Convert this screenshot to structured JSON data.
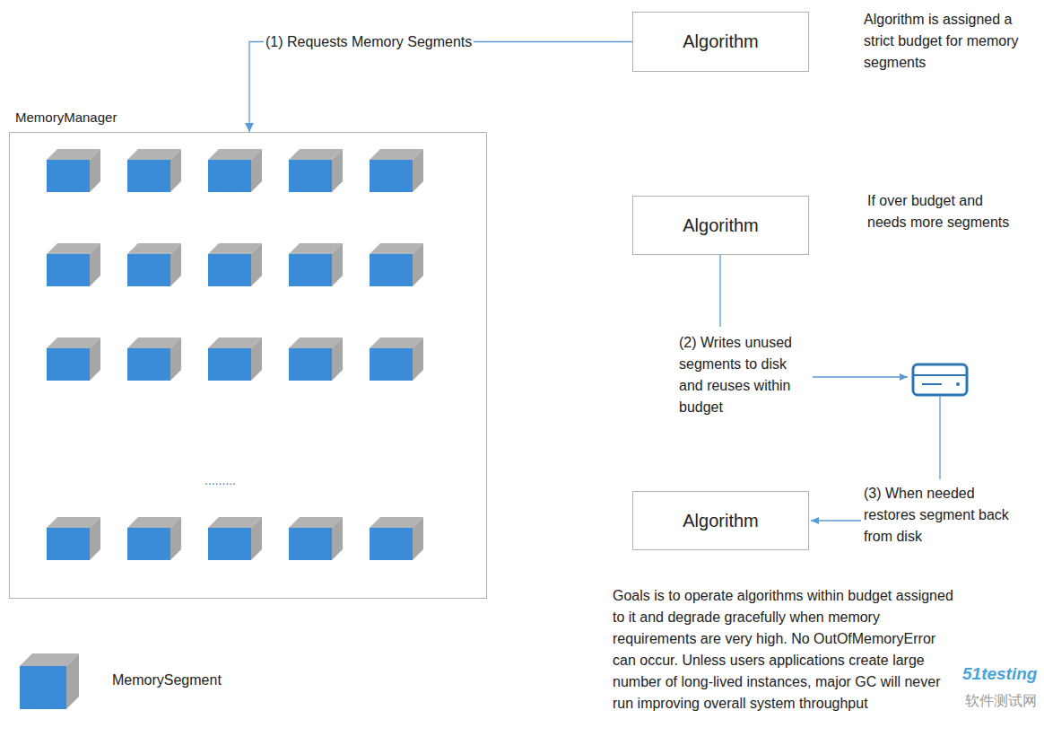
{
  "diagram": {
    "nodes": [
      {
        "text": [
          "MemoryManager"
        ]
      },
      {
        "text": [
          "Algorithm"
        ]
      },
      {
        "text": [
          "Algorithm"
        ]
      },
      {
        "text": [
          "Algorithm"
        ]
      }
    ],
    "edges": [
      {
        "from": 1,
        "to": 0,
        "label": "(1) Requests Memory Segments",
        "arrow": "to"
      }
    ],
    "labels": [
      "Algorithm is assigned a strict budget for memory segments",
      "If over budget and needs more segments",
      "(2) Writes unused segments to disk and reuses within budget",
      "(3) When needed restores segment back from disk",
      "Goals is to operate algorithms within budget assigned to it and degrade gracefully when memory requirements are very high. No OutOfMemoryError can occur. Unless users applications create large number of long-lived instances, major GC will never run improving overall system throughput",
      ".........",
      "51testing",
      "软件测试网"
    ],
    "legend": [
      {
        "text": "MemorySegment"
      }
    ]
  }
}
